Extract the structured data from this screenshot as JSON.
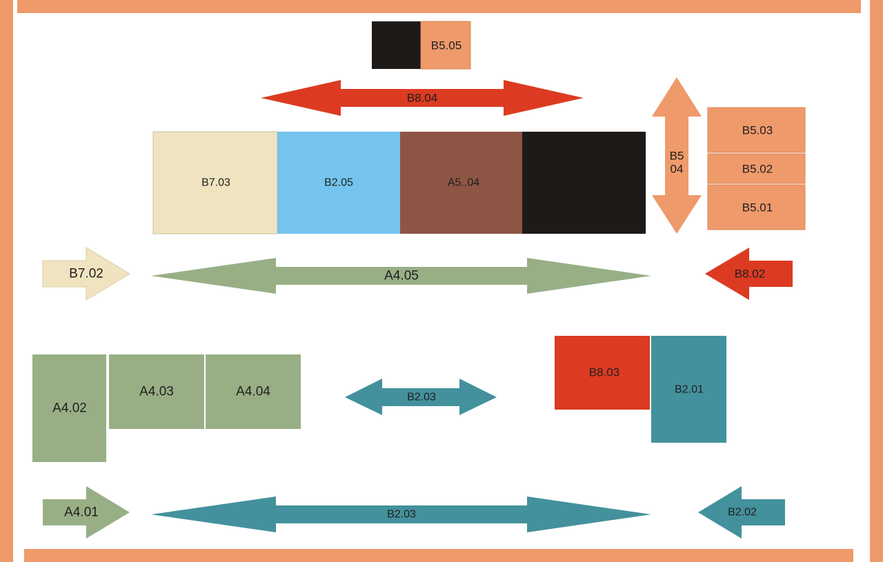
{
  "colors": {
    "orange": "#EF9A6B",
    "red": "#DC3B22",
    "cream": "#F0E4C0",
    "blue": "#74C4EE",
    "brown": "#8E5545",
    "black": "#1E1A18",
    "sage": "#98AF86",
    "teal": "#43919C",
    "text": "#1e1e1e"
  },
  "blocks": {
    "b5_05": "B5.05",
    "b8_04": "B8.04",
    "b7_03": "B7.03",
    "b2_05": "B2.05",
    "a5_04": "A5..04",
    "b5_04_line1": "B5",
    "b5_04_line2": "04",
    "b5_03": "B5.03",
    "b5_02": "B5.02",
    "b5_01": "B5.01",
    "b7_02": "B7.02",
    "a4_05": "A4.05",
    "b8_02": "B8.02",
    "a4_02": "A4.02",
    "a4_03": "A4.03",
    "a4_04": "A4.04",
    "b2_03_small": "B2.03",
    "b8_03": "B8.03",
    "b2_01": "B2.01",
    "a4_01": "A4.01",
    "b2_03_large": "B2.03",
    "b2_02": "B2.02"
  }
}
